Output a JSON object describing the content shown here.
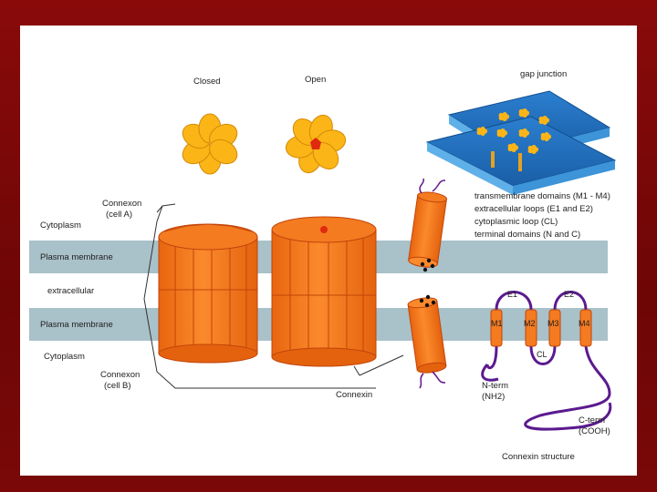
{
  "labels": {
    "closed": "Closed",
    "open": "Open",
    "gap_junction": "gap junction",
    "connexon_a_line1": "Connexon",
    "connexon_a_line2": "(cell A)",
    "cytoplasm_top": "Cytoplasm",
    "plasma_membrane_top": "Plasma membrane",
    "extracellular": "extracellular",
    "plasma_membrane_bottom": "Plasma membrane",
    "cytoplasm_bottom": "Cytoplasm",
    "connexon_b_line1": "Connexon",
    "connexon_b_line2": "(cell B)",
    "connexin": "Connexin",
    "legend": [
      "transmembrane domains (M1 - M4)",
      "extracellular loops (E1 and E2)",
      "cytoplasmic loop (CL)",
      "terminal domains (N and C)"
    ],
    "e1": "E1",
    "e2": "E2",
    "m1": "M1",
    "m2": "M2",
    "m3": "M3",
    "m4": "M4",
    "cl": "CL",
    "nterm_line1": "N-term",
    "nterm_line2": "(NH2)",
    "cterm_line1": "C-term",
    "cterm_line2": "(COOH)",
    "connexin_structure": "Connexin structure"
  },
  "colors": {
    "membrane": "#a9c1c9",
    "orange": "#f47b20",
    "orange_dark": "#d9580e",
    "yellow": "#fbb516",
    "purple": "#5b1a8f",
    "blue": "#1f6db5",
    "background": "#7a0808"
  }
}
